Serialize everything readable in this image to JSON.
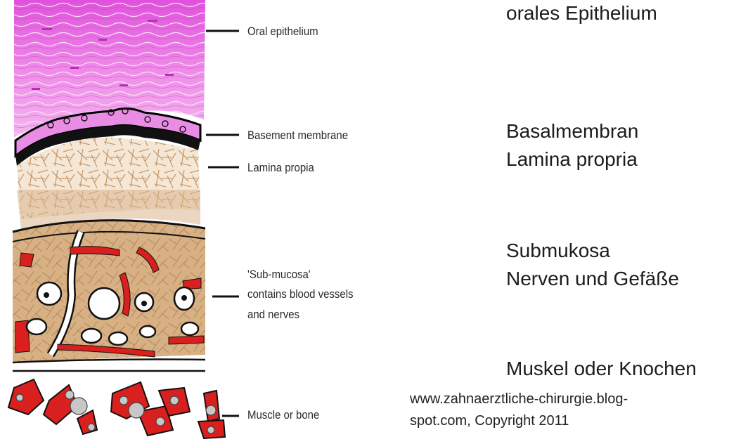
{
  "labels_en": {
    "oral_epithelium": "Oral epithelium",
    "basement_membrane": "Basement membrane",
    "lamina_propia": "Lamina propia",
    "submucosa_1": "'Sub-mucosa'",
    "submucosa_2": "contains blood vessels",
    "submucosa_3": "and nerves",
    "muscle_bone": "Muscle or bone"
  },
  "labels_de": {
    "orales_epithelium": "orales Epithelium",
    "basalmembran": "Basalmembran",
    "lamina_propria": "Lamina propria",
    "submukosa": "Submukosa",
    "nerven_gefaesse": "Nerven und Gefäße",
    "muskel_knochen": "Muskel oder Knochen"
  },
  "credit": {
    "line1": "www.zahnaerztliche-chirurgie.blog-",
    "line2": "spot.com, Copyright 2011"
  },
  "colors": {
    "epithelium": "#e36ae0",
    "lamina": "#d8b48e",
    "vessel": "#d9201e",
    "nerve": "#ffffff",
    "bone": "#b8b8b8"
  }
}
